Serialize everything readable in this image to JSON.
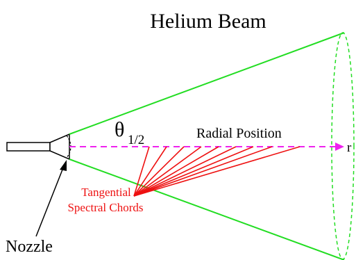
{
  "diagram": {
    "title": "Helium Beam",
    "angle_label_main": "θ",
    "angle_label_sub": "1/2",
    "radial_label": "Radial Position",
    "axis_label": "r",
    "chords_label_line1": "Tangential",
    "chords_label_line2": "Spectral Chords",
    "nozzle_label": "Nozzle"
  },
  "colors": {
    "beam_edge": "#22dd22",
    "axis": "#ee22ee",
    "chords": "#ee1111",
    "ink": "#000000"
  }
}
